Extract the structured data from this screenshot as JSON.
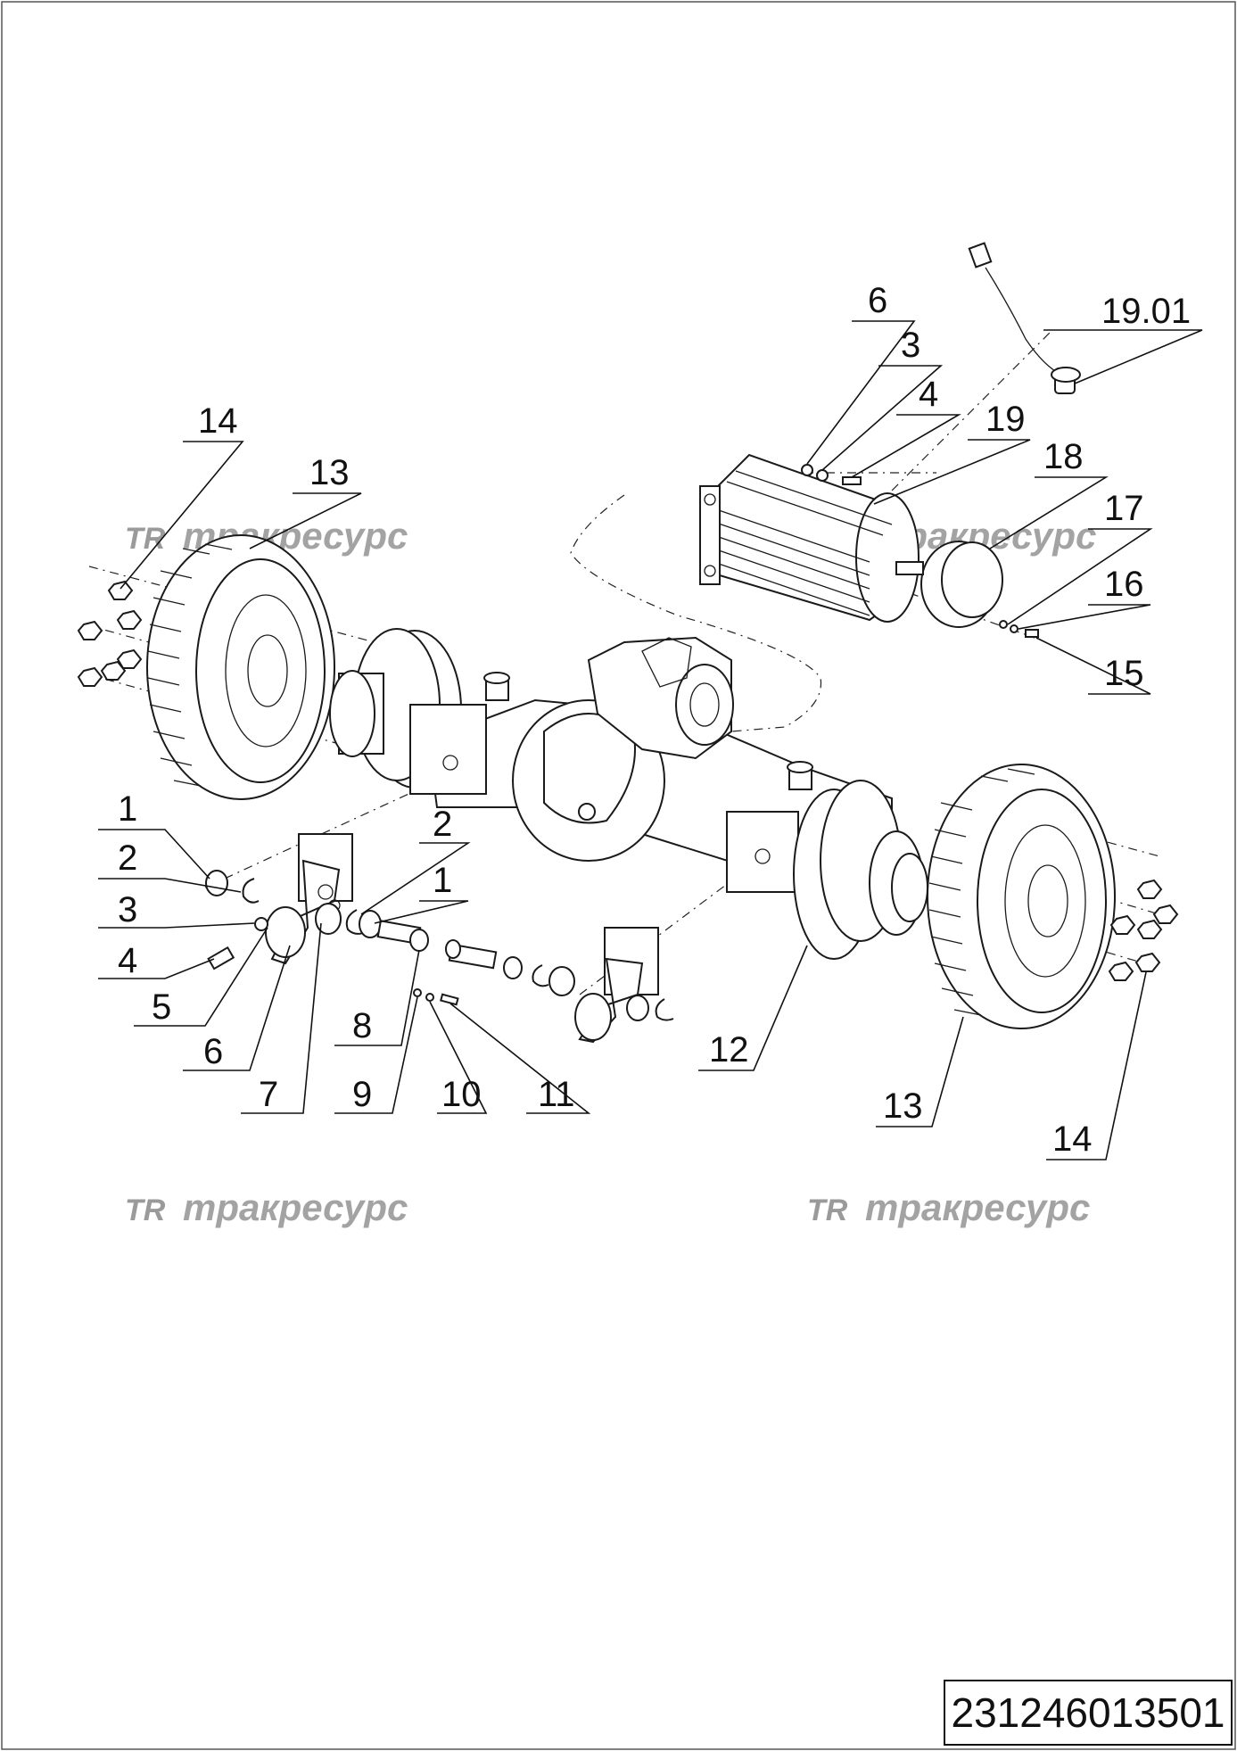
{
  "drawing": {
    "code": "231246013501",
    "watermark_text": "тракресурс",
    "watermark_logo": "TR"
  },
  "labels": {
    "l1a": "1",
    "l2a": "2",
    "l3a": "3",
    "l4a": "4",
    "l5": "5",
    "l6a": "6",
    "l7": "7",
    "l8": "8",
    "l9": "9",
    "l10": "10",
    "l11": "11",
    "l12": "12",
    "l13a": "13",
    "l13b": "13",
    "l14a": "14",
    "l14b": "14",
    "l2b": "2",
    "l1b": "1",
    "l6b": "6",
    "l3b": "3",
    "l4b": "4",
    "l19": "19",
    "l1901": "19.01",
    "l18": "18",
    "l17": "17",
    "l16": "16",
    "l15": "15"
  }
}
